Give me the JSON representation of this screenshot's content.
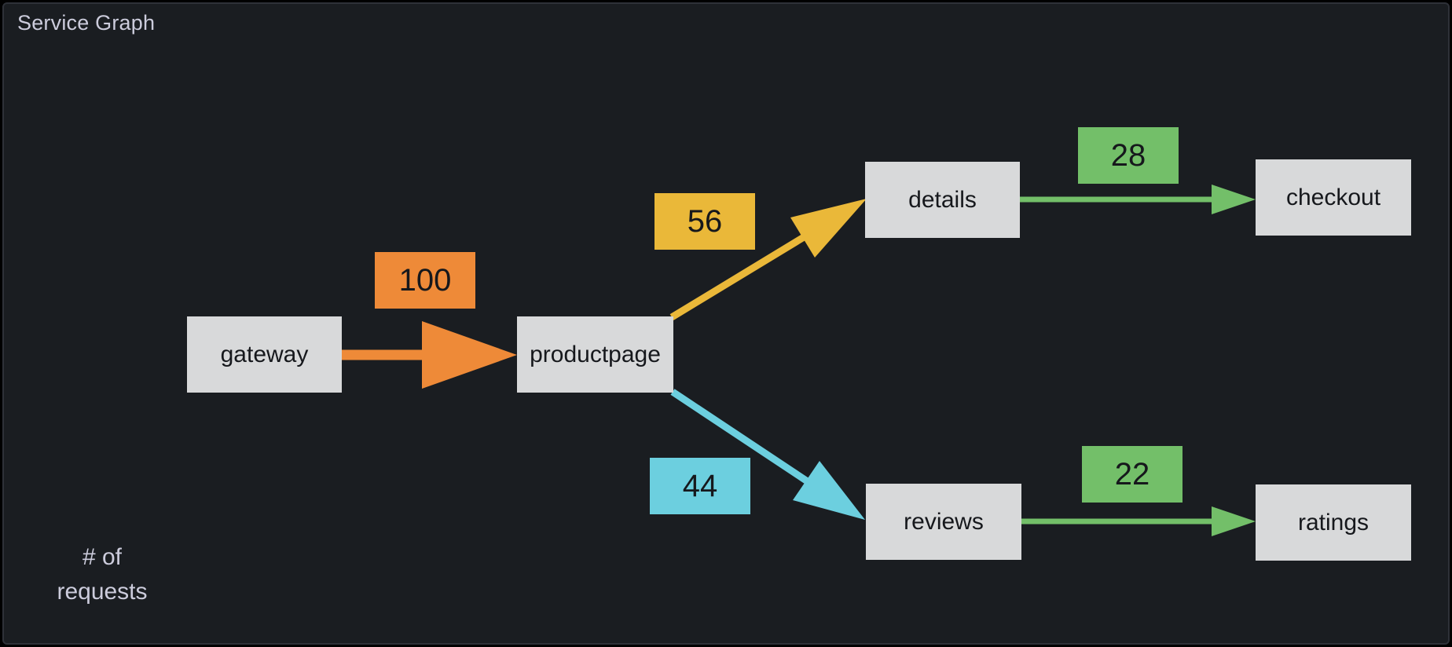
{
  "panel": {
    "title": "Service Graph",
    "legend": "# of requests"
  },
  "colors": {
    "background": "#1a1d21",
    "panel_border": "#2e3138",
    "node_fill": "#d8d9da",
    "node_text": "#16181c",
    "title_text": "#ccccdc",
    "orange": "#ee8a38",
    "yellow": "#eab839",
    "cyan": "#6ccfdf",
    "green": "#73bf69"
  },
  "nodes": [
    {
      "id": "gateway",
      "label": "gateway"
    },
    {
      "id": "productpage",
      "label": "productpage"
    },
    {
      "id": "details",
      "label": "details"
    },
    {
      "id": "checkout",
      "label": "checkout"
    },
    {
      "id": "reviews",
      "label": "reviews"
    },
    {
      "id": "ratings",
      "label": "ratings"
    }
  ],
  "edges": [
    {
      "from": "gateway",
      "to": "productpage",
      "value": "100",
      "color": "#ee8a38"
    },
    {
      "from": "productpage",
      "to": "details",
      "value": "56",
      "color": "#eab839"
    },
    {
      "from": "productpage",
      "to": "reviews",
      "value": "44",
      "color": "#6ccfdf"
    },
    {
      "from": "details",
      "to": "checkout",
      "value": "28",
      "color": "#73bf69"
    },
    {
      "from": "reviews",
      "to": "ratings",
      "value": "22",
      "color": "#73bf69"
    }
  ]
}
